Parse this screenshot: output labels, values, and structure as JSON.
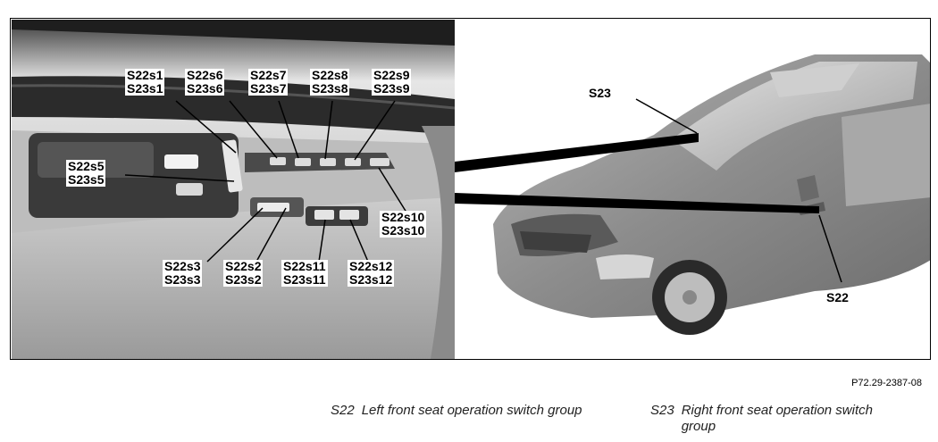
{
  "figure": {
    "callouts": {
      "s1": [
        "S22s1",
        "S23s1"
      ],
      "s6": [
        "S22s6",
        "S23s6"
      ],
      "s7": [
        "S22s7",
        "S23s7"
      ],
      "s8": [
        "S22s8",
        "S23s8"
      ],
      "s9": [
        "S22s9",
        "S23s9"
      ],
      "s5": [
        "S22s5",
        "S23s5"
      ],
      "s10": [
        "S22s10",
        "S23s10"
      ],
      "s3": [
        "S22s3",
        "S23s3"
      ],
      "s2": [
        "S22s2",
        "S23s2"
      ],
      "s11": [
        "S22s11",
        "S23s11"
      ],
      "s12": [
        "S22s12",
        "S23s12"
      ]
    },
    "car_labels": {
      "s23": "S23",
      "s22": "S22"
    }
  },
  "reference_code": "P72.29-2387-08",
  "legend": [
    {
      "code": "S22",
      "description": "Left front seat operation switch group"
    },
    {
      "code": "S23",
      "description": "Right front seat operation switch group"
    }
  ],
  "colors": {
    "panel_dark": "#2a2a2a",
    "panel_light": "#c8c8c8",
    "car_body": "#8f8f8f",
    "line": "#000000"
  }
}
